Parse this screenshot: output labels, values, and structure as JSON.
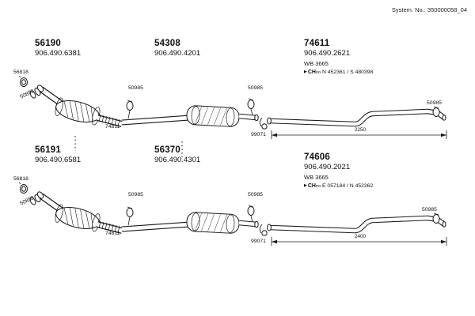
{
  "header": {
    "system_no": "System. No.: 350000058_04"
  },
  "systems": [
    {
      "front": {
        "part": "56190",
        "oem": "906.490.6381"
      },
      "middle": {
        "part": "54308",
        "oem": "906.490.4201"
      },
      "rear": {
        "part": "74611",
        "oem": "906.490.2621",
        "wb": "WB 3665",
        "marker": "▶",
        "ch_label": "CH",
        "ch_sub": "no",
        "ch_range": "N 452361 / S 480398",
        "length": "2250"
      },
      "small_parts": {
        "clamp_front": "56818",
        "gasket": "50858",
        "flex": "74811",
        "clamp_mid1": "50985",
        "clamp_mid2": "50985",
        "hanger": "99071",
        "clamp_rear": "50985"
      }
    },
    {
      "front": {
        "part": "56191",
        "oem": "906.490.6581"
      },
      "middle": {
        "part": "56370",
        "oem": "906.490.4301"
      },
      "rear": {
        "part": "74606",
        "oem": "906.490.2021",
        "wb": "WB 3665",
        "marker": "▶",
        "ch_label": "CH",
        "ch_sub": "no",
        "ch_range": "E 057184 / N 452362",
        "length": "2400"
      },
      "small_parts": {
        "clamp_front": "56818",
        "gasket": "50858",
        "flex": "74811",
        "clamp_mid1": "50985",
        "clamp_mid2": "50985",
        "hanger": "99071",
        "clamp_rear": "50985"
      }
    }
  ]
}
